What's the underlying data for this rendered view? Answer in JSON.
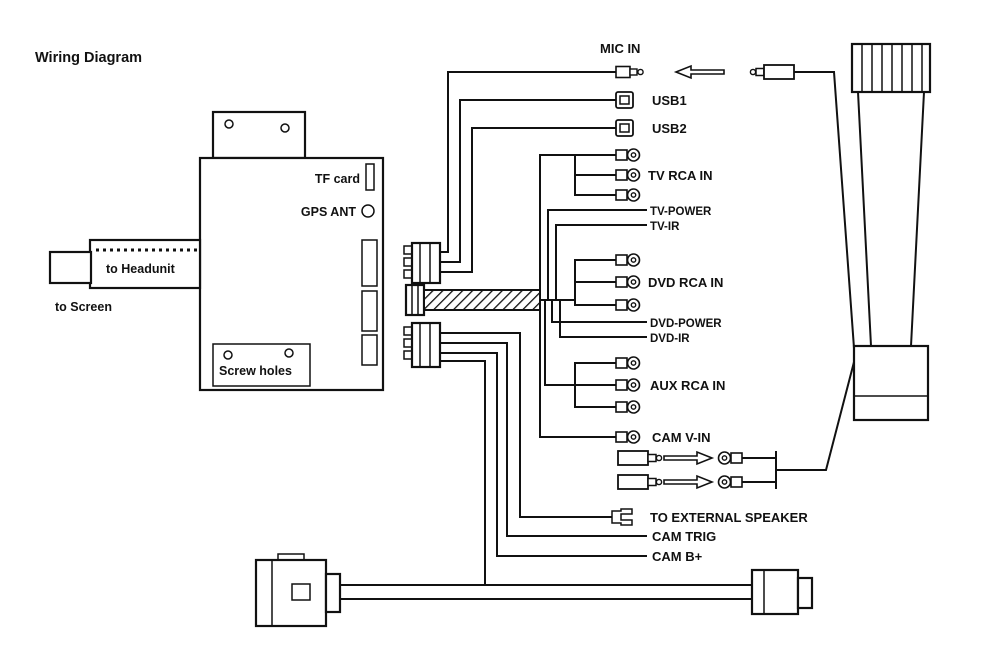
{
  "title": "Wiring Diagram",
  "control_box": {
    "tf_card_label": "TF card",
    "gps_ant_label": "GPS ANT",
    "screw_holes_label": "Screw holes"
  },
  "left_cables": {
    "to_headunit_label": "to Headunit",
    "to_screen_label": "to Screen"
  },
  "wire_labels": {
    "mic_in": "MIC IN",
    "usb1": "USB1",
    "usb2": "USB2",
    "tv_rca_in": "TV RCA IN",
    "tv_power": "TV-POWER",
    "tv_ir": "TV-IR",
    "dvd_rca_in": "DVD RCA IN",
    "dvd_power": "DVD-POWER",
    "dvd_ir": "DVD-IR",
    "aux_rca_in": "AUX RCA IN",
    "cam_v_in": "CAM V-IN",
    "to_external_speaker": "TO EXTERNAL SPEAKER",
    "cam_trig": "CAM TRIG",
    "cam_b_plus": "CAM B+"
  },
  "icons": {
    "rca_plug": "rca-plug-icon",
    "usb_connector": "usb-connector-icon",
    "minijack_plug": "minijack-plug-icon",
    "arrow_connector": "arrow-connector-icon",
    "spade_terminal": "spade-terminal-icon",
    "antenna": "antenna-icon",
    "shielded_cable": "shielded-cable-icon"
  },
  "colors": {
    "line": "#111111",
    "background": "#ffffff"
  }
}
